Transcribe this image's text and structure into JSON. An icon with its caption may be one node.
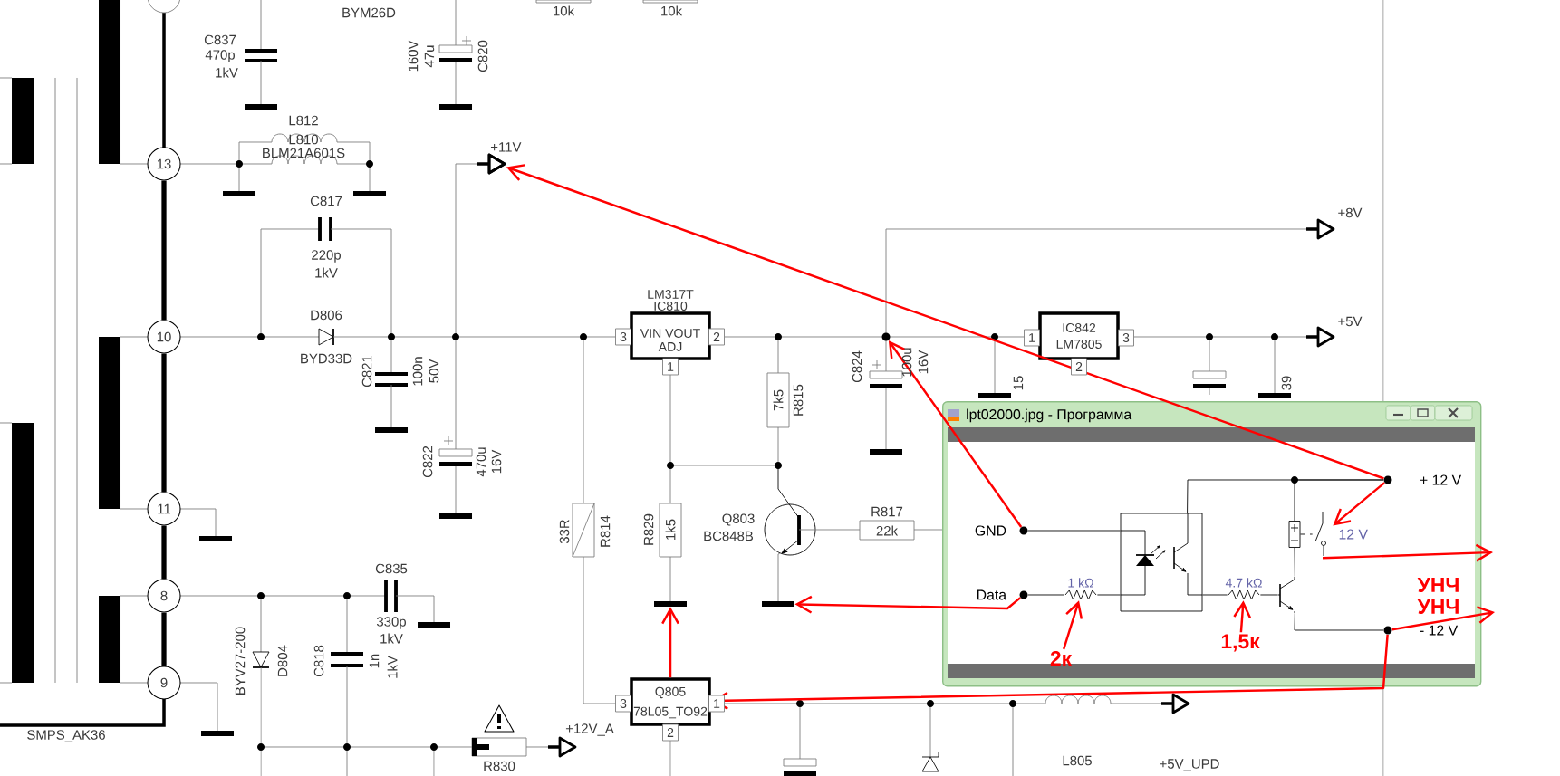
{
  "diagram": {
    "nodes": [
      {
        "text": [
          "+11V"
        ]
      },
      {
        "text": [],
        "shape": "circle"
      },
      {
        "text": [],
        "shape": "bar"
      },
      {
        "text": [],
        "shape": "bar"
      },
      {
        "text": [
          "Q805",
          "78L05_TO92"
        ]
      },
      {
        "text": [
          "LM317T",
          "IC810",
          "VIN VOUT",
          "ADJ"
        ]
      },
      {
        "text": [
          "IC842",
          "LM7805"
        ]
      },
      {
        "text": [
          "13"
        ]
      },
      {
        "text": [
          "10"
        ]
      },
      {
        "text": [
          "11"
        ]
      },
      {
        "text": [
          "8"
        ]
      },
      {
        "text": [
          "9"
        ]
      },
      {
        "text": [
          "lpt02000.jpg - Программа"
        ]
      },
      {
        "text": [
          "GND"
        ],
        "in": 12
      },
      {
        "text": [
          "Data"
        ],
        "in": 12
      },
      {
        "text": [
          "+ 12 V"
        ],
        "in": 12
      },
      {
        "text": [
          "- 12 V"
        ],
        "in": 12
      },
      {
        "text": [
          "1 kΩ"
        ],
        "in": 12
      },
      {
        "text": [
          "4.7 kΩ"
        ],
        "in": 12
      },
      {
        "text": [
          "12 V"
        ],
        "in": 12
      },
      {
        "text": [
          "2к"
        ],
        "in": 12
      },
      {
        "text": [
          "1,5к"
        ],
        "in": 12
      },
      {
        "text": [],
        "shape": "box",
        "in": 12
      },
      {
        "text": [],
        "shape": "transistor",
        "in": 12
      },
      {
        "text": [],
        "shape": "box",
        "in": 12
      }
    ],
    "edges": [
      {
        "from": 15,
        "to": 0,
        "arrow": "to",
        "color": "#ff0000"
      },
      {
        "from": 13,
        "to": 1,
        "arrow": "to",
        "color": "#ff0000"
      },
      {
        "from": 14,
        "to": 3,
        "arrow": "to",
        "color": "#ff0000"
      },
      {
        "from": 15,
        "to": 19,
        "arrow": "to",
        "color": "#ff0000"
      },
      {
        "from": 19,
        "to": null,
        "arrow": "to",
        "color": "#ff0000"
      },
      {
        "from": 16,
        "to": null,
        "arrow": "to",
        "color": "#ff0000"
      },
      {
        "from": 16,
        "to": 4,
        "arrow": "to",
        "color": "#ff0000"
      },
      {
        "from": 4,
        "to": 2,
        "arrow": "to",
        "color": "#ff0000"
      },
      {
        "from": 20,
        "to": 17,
        "arrow": "to",
        "color": "#ff0000"
      },
      {
        "from": 21,
        "to": 18,
        "arrow": "to",
        "color": "#ff0000"
      },
      {
        "from": 7,
        "to": 8,
        "arrow": "none",
        "style": "thick"
      },
      {
        "from": 8,
        "to": 9,
        "arrow": "none",
        "style": "thick"
      },
      {
        "from": 9,
        "to": 10,
        "arrow": "none",
        "style": "thick"
      },
      {
        "from": 10,
        "to": 11,
        "arrow": "none",
        "style": "thick"
      },
      {
        "from": 14,
        "to": 17,
        "arrow": "none"
      },
      {
        "from": 17,
        "to": 22,
        "arrow": "none"
      },
      {
        "from": 13,
        "to": 22,
        "arrow": "none"
      },
      {
        "from": 22,
        "to": 15,
        "arrow": "none"
      },
      {
        "from": 22,
        "to": 18,
        "arrow": "none"
      },
      {
        "from": 18,
        "to": 23,
        "arrow": "none"
      },
      {
        "from": 23,
        "to": 16,
        "arrow": "none"
      },
      {
        "from": 23,
        "to": 24,
        "arrow": "none"
      },
      {
        "from": 24,
        "to": 15,
        "arrow": "none"
      },
      {
        "from": 24,
        "to": 19,
        "arrow": "none",
        "style": "dashed"
      }
    ],
    "labels": [
      "BYM26D",
      "10k",
      "10k",
      "C837",
      "470p",
      "1kV",
      "160V",
      "47u",
      "C820",
      "L812",
      "L810",
      "BLM21A601S",
      "C817",
      "+8V",
      "220p",
      "1kV",
      "D806",
      "+5V",
      "3",
      "2",
      "1",
      "3",
      "BYD33D",
      "1",
      "2",
      "C821",
      "100n",
      "50V",
      "C824",
      "100u",
      "16V",
      "15",
      "39",
      "7k5",
      "R815",
      "C822",
      "470u",
      "16V",
      "R817",
      "Q803",
      "22k",
      "BC848B",
      "33R",
      "R814",
      "R829",
      "1k5",
      "C835",
      "УНЧ",
      "УНЧ",
      "330p",
      "1kV",
      "BYV27-200",
      "D804",
      "C818",
      "1n",
      "1kV",
      "3",
      "1",
      "2",
      "SMPS_AK36",
      "+12V_A",
      "R830",
      "L805",
      "+5V_UPD"
    ]
  }
}
